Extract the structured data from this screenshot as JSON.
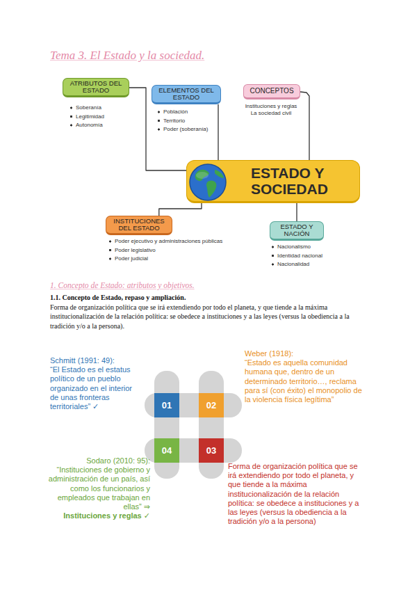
{
  "diagram": {
    "title": "Tema 3. El Estado y la sociedad.",
    "nodes": [
      {
        "text": [
          "ESTADO Y SOCIEDAD"
        ]
      },
      {
        "text": [
          "ATRIBUTOS DEL ESTADO"
        ]
      },
      {
        "text": [
          "ELEMENTOS DEL ESTADO"
        ]
      },
      {
        "text": [
          "CONCEPTOS"
        ]
      },
      {
        "text": [
          "INSTITUCIONES DEL ESTADO"
        ]
      },
      {
        "text": [
          "ESTADO Y NACIÓN"
        ]
      },
      {
        "text": [
          "01"
        ]
      },
      {
        "text": [
          "02"
        ]
      },
      {
        "text": [
          "03"
        ]
      },
      {
        "text": [
          "04"
        ]
      }
    ],
    "edges": [
      {
        "from": 0,
        "to": 1,
        "arrow": "none"
      },
      {
        "from": 0,
        "to": 2,
        "arrow": "none"
      },
      {
        "from": 0,
        "to": 3,
        "arrow": "none"
      },
      {
        "from": 0,
        "to": 4,
        "arrow": "none"
      },
      {
        "from": 0,
        "to": 5,
        "arrow": "none"
      }
    ],
    "labels": [
      "Soberanía",
      "Legitimidad",
      "Autonomía",
      "Población",
      "Territorio",
      "Poder (soberanía)",
      "Instituciones y reglas",
      "La sociedad civil",
      "Poder ejecutivo y administraciones públicas",
      "Poder legislativo",
      "Poder judicial",
      "Nacionalismo",
      "Identidad nacional",
      "Nacionalidad",
      "1. Concepto de Estado: atributos y objetivos.",
      "1.1. Concepto de Estado, repaso y ampliación.",
      "Forma de organización política que se irá extendiendo por todo el planeta, y que tiende a la máxima institucionalización de la relación política: se obedece a instituciones y a las leyes (versus la obediencia a la tradición y/o a la persona).",
      "Schmitt (1991: 49):",
      "“El Estado es el estatus político de un pueblo organizado en el interior de unas fronteras territoriales” ✓",
      "Weber (1918):",
      "“Estado es aquella comunidad humana que, dentro de un determinado territorio…, reclama para sí (con éxito) el monopolio de la violencia física legítima”",
      "Forma de organización política que se irá extendiendo por todo el planeta, y que tiende a la máxima institucionalización de la relación política: se obedece a instituciones y a las leyes (versus la obediencia a la tradición y/o a la persona)",
      "Sodaro (2010: 95):",
      "“Instituciones de gobierno y administración de un país, así como los funcionarios y empleados que trabajan en ellas” ⇒",
      "Instituciones y reglas ✓"
    ]
  }
}
